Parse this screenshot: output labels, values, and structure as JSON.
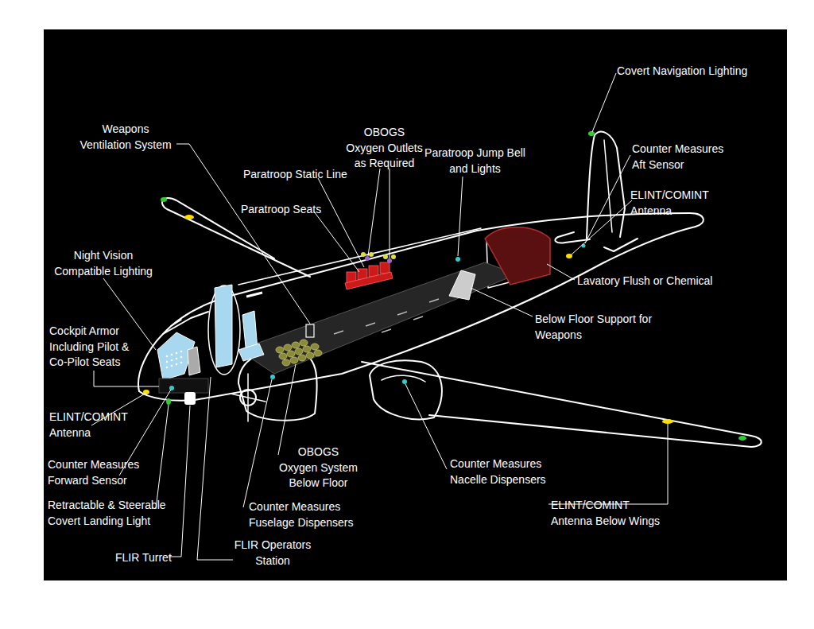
{
  "diagram": {
    "labels": [
      "Covert Navigation Lighting",
      "Weapons Ventilation System",
      "OBOGS Oxygen Outlets as Required",
      "Paratroop Static Line",
      "Paratroop Jump Bell and Lights",
      "Counter Measures Aft Sensor",
      "ELINT/COMINT Antenna",
      "Paratroop Seats",
      "Night Vision Compatible Lighting",
      "Lavatory Flush or Chemical",
      "Cockpit Armor Including Pilot & Co-Pilot Seats",
      "Below Floor Support for Weapons",
      "ELINT/COMINT Antenna",
      "Counter Measures Forward Sensor",
      "Retractable & Steerable Covert Landing Light",
      "FLIR Turret",
      "FLIR Operators Station",
      "OBOGS Oxygen System Below Floor",
      "Counter Measures Fuselage Dispensers",
      "Counter Measures Nacelle Dispensers",
      "ELINT/COMINT Antenna Below Wings"
    ]
  }
}
